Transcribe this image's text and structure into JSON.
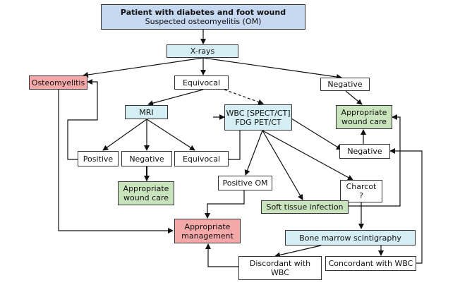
{
  "colors": {
    "title_fill": "#c6d9f1",
    "test_fill": "#d5eef3",
    "outcome_fill": "#ffffff",
    "osteomyelitis_fill": "#f4a8a8",
    "management_fill": "#f4a8a8",
    "wound_care_fill": "#c9e4bd",
    "line": "#111111"
  },
  "nodes": {
    "patient": {
      "line1": "Patient with diabetes and foot wound",
      "line2": "Suspected osteomyelitis (OM)"
    },
    "xrays": "X-rays",
    "osteomyelitis": "Osteomyelitis",
    "equivocal_xray": "Equivocal",
    "negative_xray": "Negative",
    "mri": "MRI",
    "wbc": {
      "line1": "WBC [SPECT/CT]",
      "line2": "FDG PET/CT"
    },
    "wound_care_right": {
      "line1": "Appropriate",
      "line2": "wound care"
    },
    "positive_mri": "Positive",
    "negative_mri": "Negative",
    "equivocal_mri": "Equivocal",
    "negative_wbc": "Negative",
    "wound_care_left": {
      "line1": "Appropriate",
      "line2": "wound care"
    },
    "positive_om": "Positive OM",
    "charcot": {
      "line1": "Charcot",
      "line2": "?"
    },
    "soft_tissue": "Soft tissue infection",
    "management": {
      "line1": "Appropriate",
      "line2": "management"
    },
    "bone_marrow": "Bone marrow scintigraphy",
    "discordant": {
      "line1": "Discordant with",
      "line2": "WBC"
    },
    "concordant": "Concordant with WBC"
  }
}
